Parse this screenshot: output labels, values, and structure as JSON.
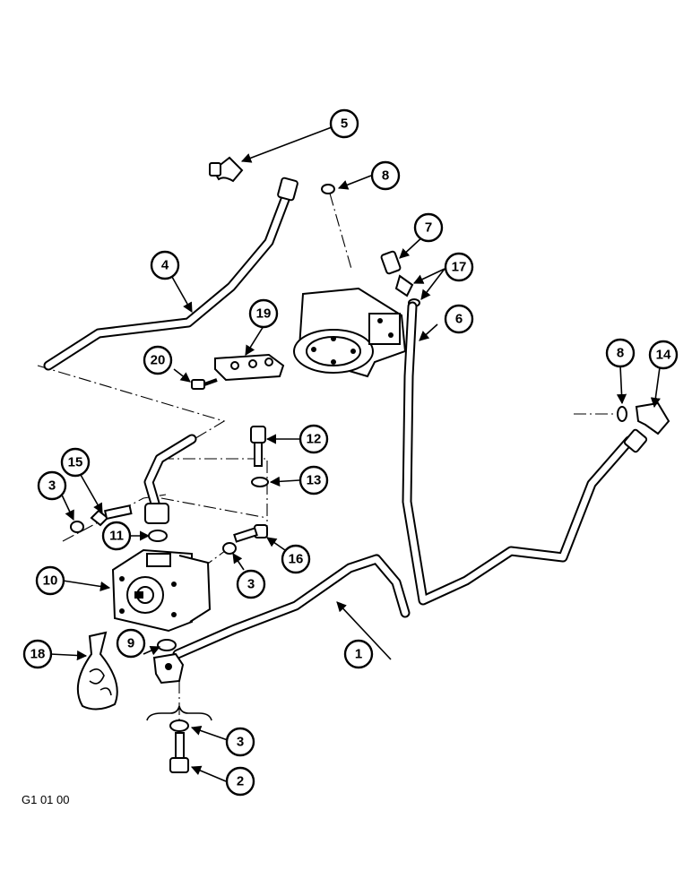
{
  "figure_code": "G1 01 00",
  "callouts": [
    "1",
    "2",
    "3",
    "4",
    "5",
    "6",
    "7",
    "8",
    "9",
    "10",
    "11",
    "12",
    "13",
    "14",
    "15",
    "16",
    "17",
    "18",
    "19",
    "20"
  ]
}
